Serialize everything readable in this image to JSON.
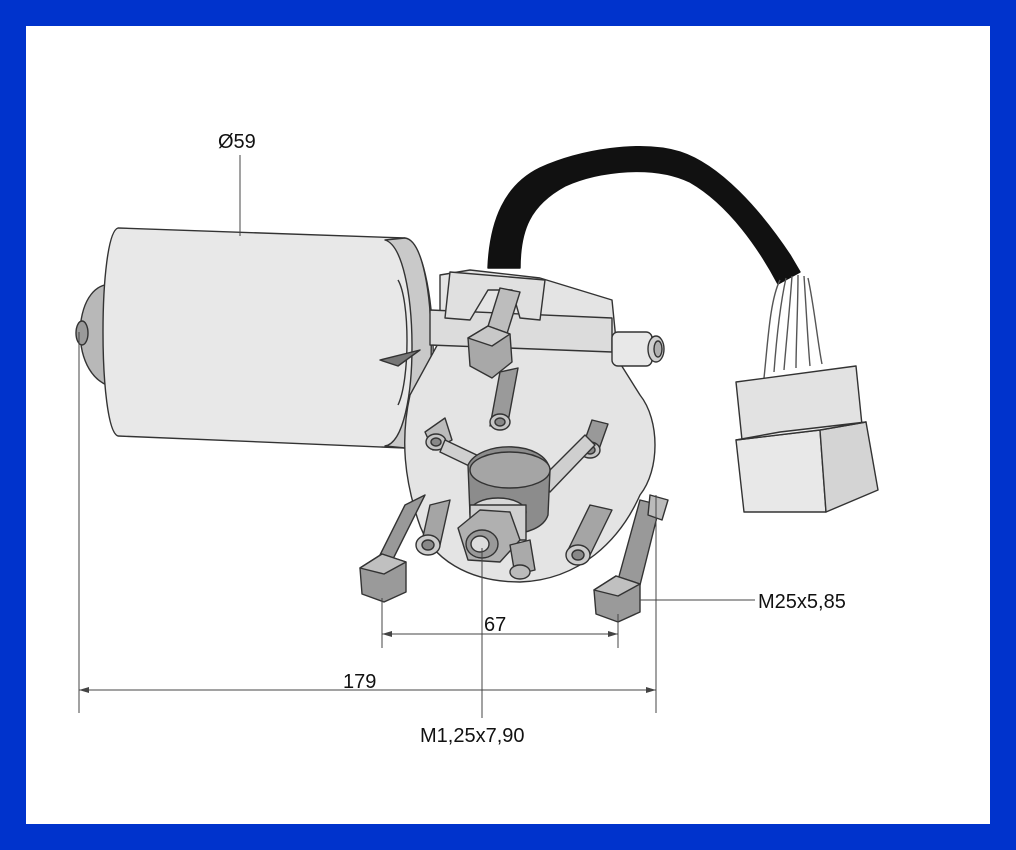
{
  "colors": {
    "border": "#0033cc",
    "background": "#ffffff",
    "body_fill": "#e6e6e6",
    "shade_fill": "#b5b5b5",
    "dark_fill": "#8a8a8a",
    "cable": "#111111",
    "line": "#333333"
  },
  "labels": {
    "diameter": "Ø59",
    "bolt_spacing": "67",
    "overall_length": "179",
    "shaft_thread": "M1,25x7,90",
    "bolt_thread": "M25x5,85"
  }
}
